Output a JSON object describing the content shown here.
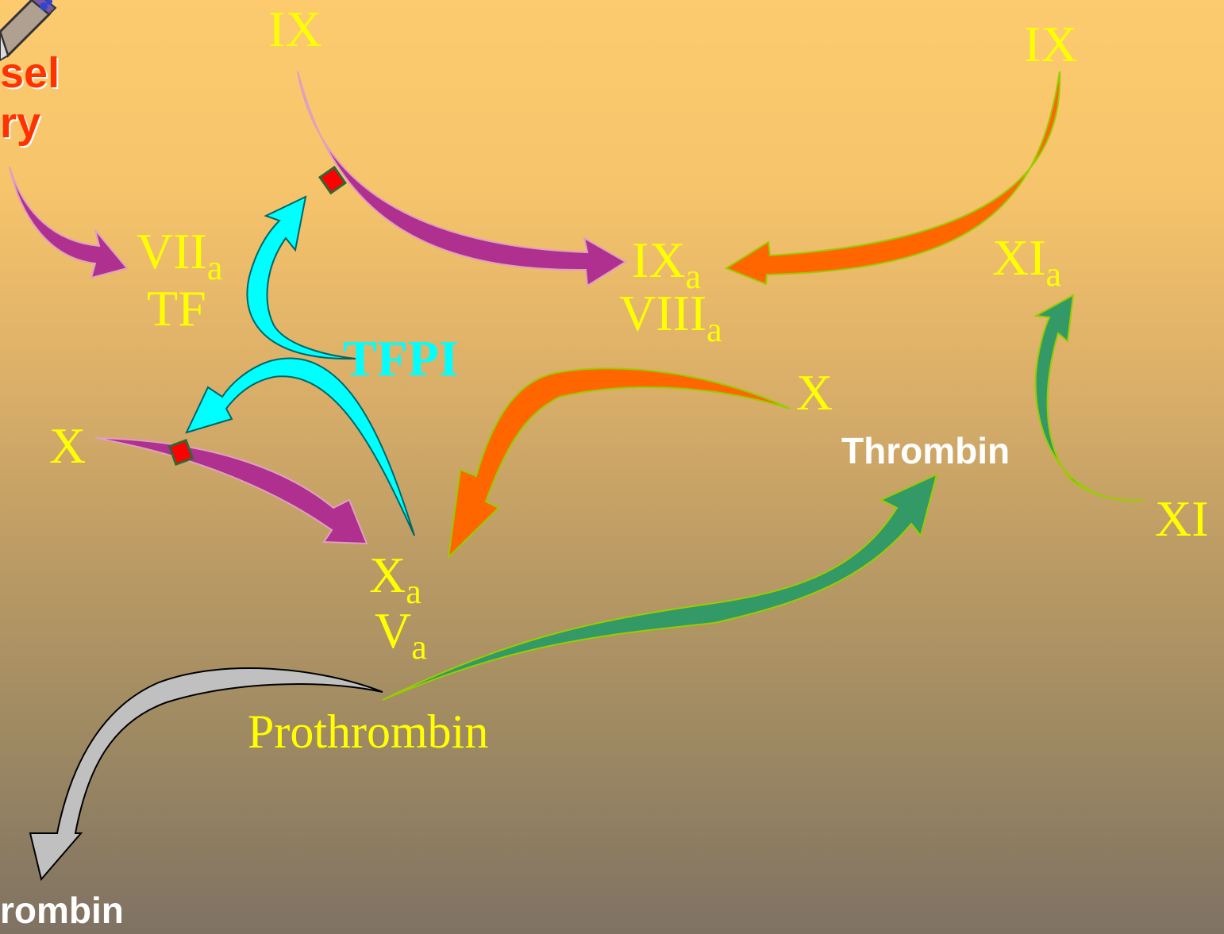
{
  "labels": {
    "ix_top": "IX",
    "ix_right": "IX",
    "viia": "VII",
    "viia_sub": "a",
    "tf": "TF",
    "ixa": "IX",
    "ixa_sub": "a",
    "viiia": "VIII",
    "viiia_sub": "a",
    "xia": "XI",
    "xia_sub": "a",
    "tfpi": "TFPI",
    "x_left": "X",
    "x_right": "X",
    "xa": "X",
    "xa_sub": "a",
    "va": "V",
    "va_sub": "a",
    "xi": "XI",
    "prothrombin": "Prothrombin",
    "thrombin_right": "Thrombin",
    "thrombin_bottom": "rombin",
    "vessel_line1": "sel",
    "vessel_line2": "ry"
  },
  "colors": {
    "text_yellow": "#ffff00",
    "tfpi_cyan": "#00ffff",
    "arrow_magenta": "#b03090",
    "arrow_orange": "#ff6600",
    "arrow_green": "#339966",
    "arrow_cyan": "#00ffff",
    "arrow_gray": "#c0c0c0",
    "inhibit_marker": "#ff0000",
    "vessel_text_red": "#ff3300"
  },
  "icons": {
    "vessel_injury": "scalpel-icon"
  }
}
